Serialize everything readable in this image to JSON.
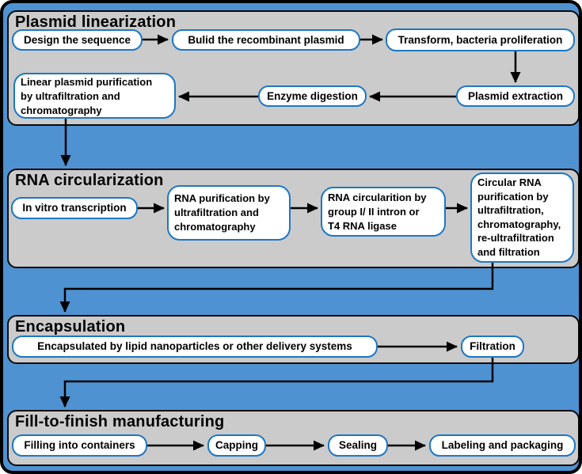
{
  "colors": {
    "background": "#4E92D2",
    "panel_fill": "#CBCBCB",
    "panel_border": "#0A0A0A",
    "node_fill": "#FFFFFF",
    "node_border": "#1C77C3",
    "arrow": "#000000",
    "text": "#000000"
  },
  "sections": [
    {
      "title": "Plasmid linearization",
      "boxes": [
        {
          "label": "Design the sequence"
        },
        {
          "label": "Bulid the recombinant plasmid"
        },
        {
          "label": "Transform, bacteria proliferation"
        },
        {
          "label": "Plasmid extraction"
        },
        {
          "label": "Enzyme digestion"
        },
        {
          "label": "Linear plasmid purification\nby ultrafiltration and\nchromatography"
        }
      ]
    },
    {
      "title": "RNA circularization",
      "boxes": [
        {
          "label": "In vitro transcription"
        },
        {
          "label": "RNA purification by\nultrafiltration and\nchromatography"
        },
        {
          "label": "RNA circularition by\ngroup I/ II intron or\nT4 RNA ligase"
        },
        {
          "label": "Circular RNA\npurification by\nultrafiltration,\nchromatography,\nre-ultrafiltration\nand filtration"
        }
      ]
    },
    {
      "title": "Encapsulation",
      "boxes": [
        {
          "label": "Encapsulated by lipid nanoparticles or other delivery systems"
        },
        {
          "label": "Filtration"
        }
      ]
    },
    {
      "title": "Fill-to-finish manufacturing",
      "boxes": [
        {
          "label": "Filling into containers"
        },
        {
          "label": "Capping"
        },
        {
          "label": "Sealing"
        },
        {
          "label": "Labeling and packaging"
        }
      ]
    }
  ],
  "arrows": [
    {
      "from": "Design the sequence",
      "to": "Bulid the recombinant plasmid"
    },
    {
      "from": "Bulid the recombinant plasmid",
      "to": "Transform, bacteria proliferation"
    },
    {
      "from": "Transform, bacteria proliferation",
      "to": "Plasmid extraction"
    },
    {
      "from": "Plasmid extraction",
      "to": "Enzyme digestion"
    },
    {
      "from": "Enzyme digestion",
      "to": "Linear plasmid purification by ultrafiltration and chromatography"
    },
    {
      "from": "Linear plasmid purification by ultrafiltration and chromatography",
      "to": "RNA circularization"
    },
    {
      "from": "In vitro transcription",
      "to": "RNA purification by ultrafiltration and chromatography"
    },
    {
      "from": "RNA purification by ultrafiltration and chromatography",
      "to": "RNA circularition by group I/ II intron or T4 RNA ligase"
    },
    {
      "from": "RNA circularition by group I/ II intron or T4 RNA ligase",
      "to": "Circular RNA purification by ultrafiltration, chromatography, re-ultrafiltration and filtration"
    },
    {
      "from": "Circular RNA purification by ultrafiltration, chromatography, re-ultrafiltration and filtration",
      "to": "Encapsulation"
    },
    {
      "from": "Encapsulated by lipid nanoparticles or other delivery systems",
      "to": "Filtration"
    },
    {
      "from": "Filtration",
      "to": "Fill-to-finish manufacturing"
    },
    {
      "from": "Filling into containers",
      "to": "Capping"
    },
    {
      "from": "Capping",
      "to": "Sealing"
    },
    {
      "from": "Sealing",
      "to": "Labeling and packaging"
    }
  ]
}
